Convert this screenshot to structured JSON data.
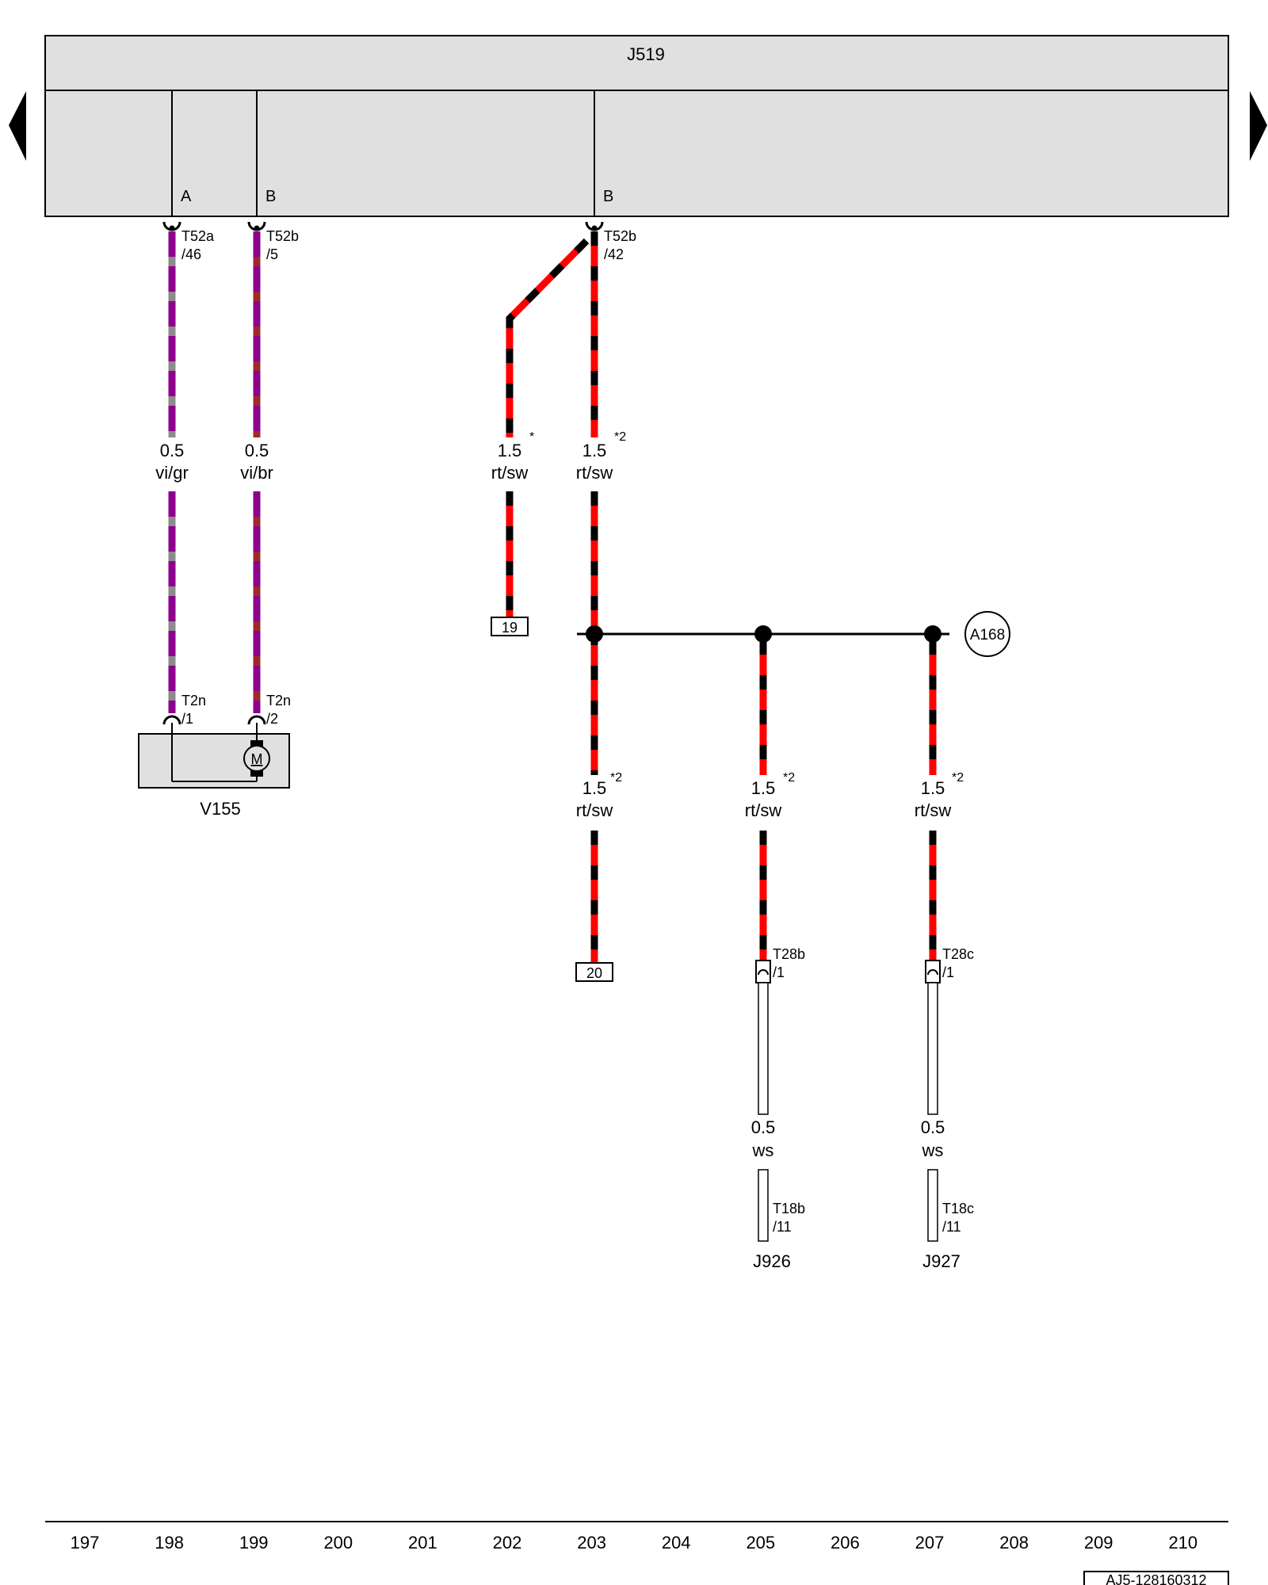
{
  "control_unit": {
    "id": "J519",
    "pins": [
      "A",
      "B",
      "B"
    ]
  },
  "wires": {
    "w198": {
      "connector": "T52a",
      "pin": "/46",
      "size": "0.5",
      "color": "vi/gr"
    },
    "w199": {
      "connector": "T52b",
      "pin": "/5",
      "size": "0.5",
      "color": "vi/br"
    },
    "w202": {
      "size": "1.5",
      "color": "rt/sw",
      "note": "*",
      "ref": "19"
    },
    "w203_top": {
      "connector": "T52b",
      "pin": "/42",
      "size": "1.5",
      "color": "rt/sw",
      "note": "*2"
    },
    "w203_bottom": {
      "size": "1.5",
      "color": "rt/sw",
      "note": "*2",
      "ref": "20"
    },
    "w205": {
      "size": "1.5",
      "color": "rt/sw",
      "note": "*2",
      "connector": "T28b",
      "pin": "/1"
    },
    "w207": {
      "size": "1.5",
      "color": "rt/sw",
      "note": "*2",
      "connector": "T28c",
      "pin": "/1"
    },
    "w205_lower": {
      "size": "0.5",
      "color": "ws",
      "connector": "T18b",
      "pin": "/11",
      "component": "J926"
    },
    "w207_lower": {
      "size": "0.5",
      "color": "ws",
      "connector": "T18c",
      "pin": "/11",
      "component": "J927"
    }
  },
  "motor": {
    "id": "V155",
    "symbol": "M",
    "pin1": {
      "connector": "T2n",
      "pin": "/1"
    },
    "pin2": {
      "connector": "T2n",
      "pin": "/2"
    }
  },
  "splice": {
    "id": "A168"
  },
  "footer": {
    "tracks": [
      "197",
      "198",
      "199",
      "200",
      "201",
      "202",
      "203",
      "204",
      "205",
      "206",
      "207",
      "208",
      "209",
      "210"
    ],
    "doc_id": "AJ5-128160312"
  },
  "colors": {
    "red": "#ff0000",
    "black": "#000000",
    "violet": "#8e008e",
    "grey": "#8c8c8c",
    "brown": "#a0282a",
    "panel": "#e0e0e0"
  },
  "nav": {
    "prev_icon": "triangle-left-icon",
    "next_icon": "triangle-right-icon"
  }
}
